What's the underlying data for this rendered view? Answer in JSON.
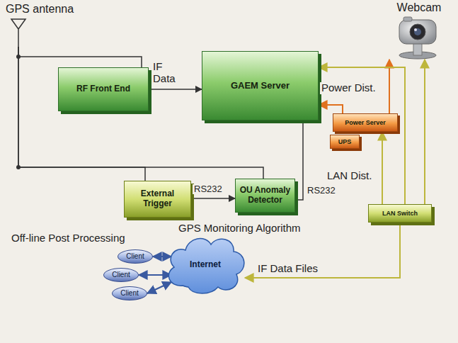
{
  "diagram": {
    "nodes": [
      {
        "text": [
          "GPS antenna"
        ]
      },
      {
        "text": [
          "Webcam"
        ]
      },
      {
        "text": [
          "RF Front End"
        ]
      },
      {
        "text": [
          "GAEM Server"
        ]
      },
      {
        "text": [
          "Power Server"
        ]
      },
      {
        "text": [
          "UPS"
        ]
      },
      {
        "text": [
          "External Trigger"
        ]
      },
      {
        "text": [
          "OU Anomaly Detector"
        ]
      },
      {
        "text": [
          "LAN Switch"
        ]
      },
      {
        "text": [
          "Client"
        ]
      },
      {
        "text": [
          "Client"
        ]
      },
      {
        "text": [
          "Client"
        ]
      },
      {
        "text": [
          "Internet"
        ]
      }
    ],
    "edges": [
      {
        "from": 0,
        "to": 2,
        "arrow": "none"
      },
      {
        "from": 0,
        "to": 6,
        "arrow": "none"
      },
      {
        "from": 0,
        "to": 7,
        "arrow": "none"
      },
      {
        "from": 2,
        "to": 3,
        "label": "IF Data",
        "arrow": "to"
      },
      {
        "from": 6,
        "to": 7,
        "label": "RS232",
        "arrow": "to"
      },
      {
        "from": 7,
        "to": 3,
        "label": "RS232",
        "arrow": "none"
      },
      {
        "from": 4,
        "to": 3,
        "label": "Power Dist.",
        "arrow": "to"
      },
      {
        "from": 4,
        "to": 1,
        "arrow": "to"
      },
      {
        "from": 8,
        "to": 3,
        "arrow": "to"
      },
      {
        "from": 8,
        "to": 1,
        "arrow": "to"
      },
      {
        "from": 8,
        "to": 4,
        "arrow": "to"
      },
      {
        "from": 8,
        "to": 12,
        "label": "IF Data Files",
        "arrow": "to"
      },
      {
        "from": 9,
        "to": 12,
        "arrow": "both"
      },
      {
        "from": 10,
        "to": 12,
        "arrow": "both"
      },
      {
        "from": 11,
        "to": 12,
        "arrow": "both"
      }
    ],
    "labels": [
      "LAN Dist.",
      "GPS Monitoring Algorithm",
      "Off-line Post Processing"
    ]
  }
}
